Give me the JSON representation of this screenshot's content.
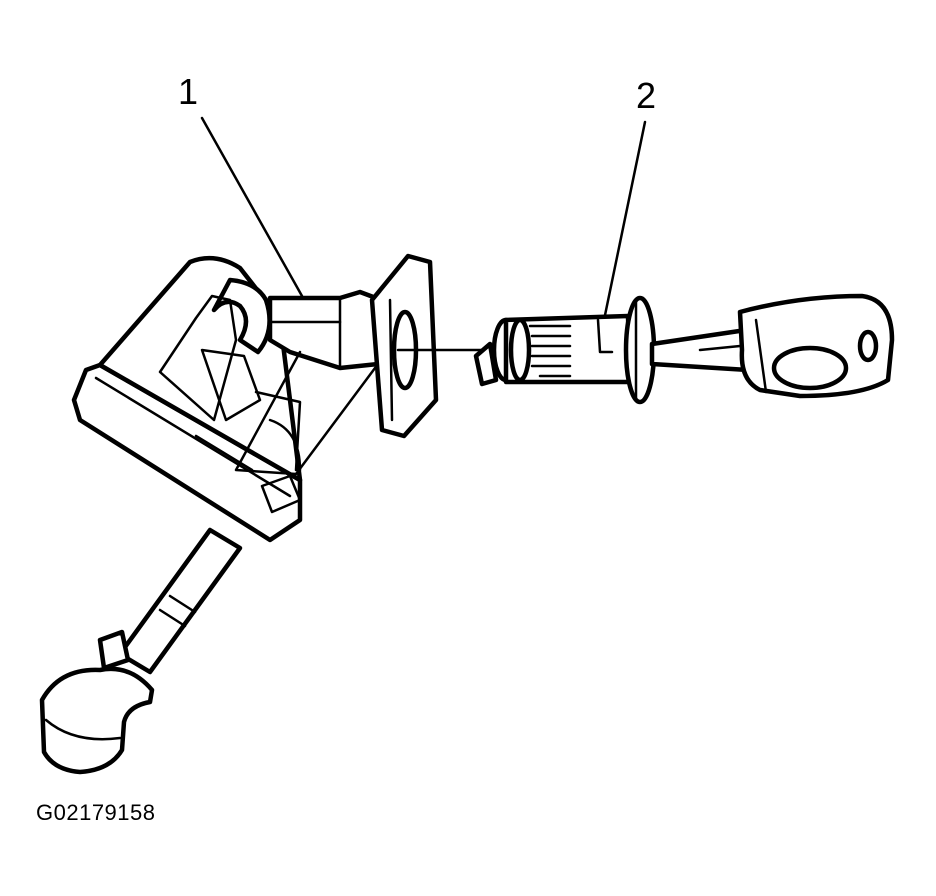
{
  "callouts": [
    {
      "label": "1"
    },
    {
      "label": "2"
    }
  ],
  "figure_id": "G02179158",
  "colors": {
    "ink": "#000000",
    "paper": "#ffffff"
  }
}
